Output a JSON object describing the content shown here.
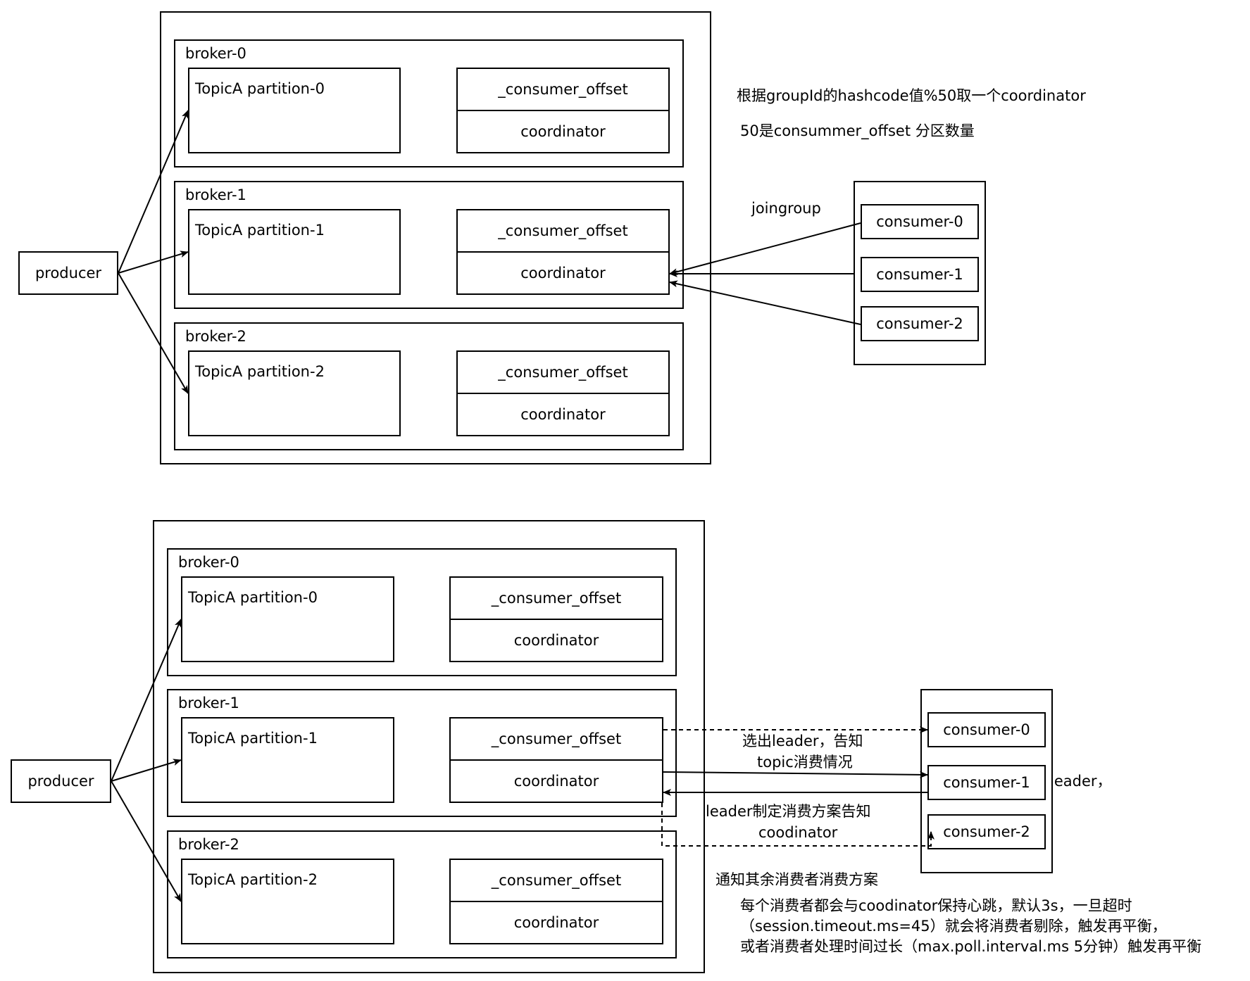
{
  "diagram1": {
    "brokers": [
      {
        "name": "broker-0",
        "partition": "TopicA partition-0",
        "offset": "_consumer_offset",
        "coordinator": "coordinator"
      },
      {
        "name": "broker-1",
        "partition": "TopicA partition-1",
        "offset": "_consumer_offset",
        "coordinator": "coordinator"
      },
      {
        "name": "broker-2",
        "partition": "TopicA partition-2",
        "offset": "_consumer_offset",
        "coordinator": "coordinator"
      }
    ],
    "producer": "producer",
    "consumers": [
      "consumer-0",
      "consumer-1",
      "consumer-2"
    ],
    "joingroup": "joingroup",
    "note1": "根据groupId的hashcode值%50取一个coordinator",
    "note2": "50是consummer_offset 分区数量"
  },
  "diagram2": {
    "brokers": [
      {
        "name": "broker-0",
        "partition": "TopicA partition-0",
        "offset": "_consumer_offset",
        "coordinator": "coordinator"
      },
      {
        "name": "broker-1",
        "partition": "TopicA partition-1",
        "offset": "_consumer_offset",
        "coordinator": "coordinator"
      },
      {
        "name": "broker-2",
        "partition": "TopicA partition-2",
        "offset": "_consumer_offset",
        "coordinator": "coordinator"
      }
    ],
    "producer": "producer",
    "consumers": [
      "consumer-0",
      "consumer-1",
      "consumer-2"
    ],
    "leader_label": "leader，",
    "select_leader": [
      "选出leader，告知",
      "topic消费情况"
    ],
    "leader_plan": [
      "leader制定消费方案告知",
      "coodinator"
    ],
    "notify": "通知其余消费者消费方案",
    "heartbeat": [
      "每个消费者都会与coodinator保持心跳，默认3s，一旦超时",
      "（session.timeout.ms=45）就会将消费者剔除，触发再平衡，",
      "或者消费者处理时间过长（max.poll.interval.ms 5分钟）触发再平衡"
    ]
  }
}
